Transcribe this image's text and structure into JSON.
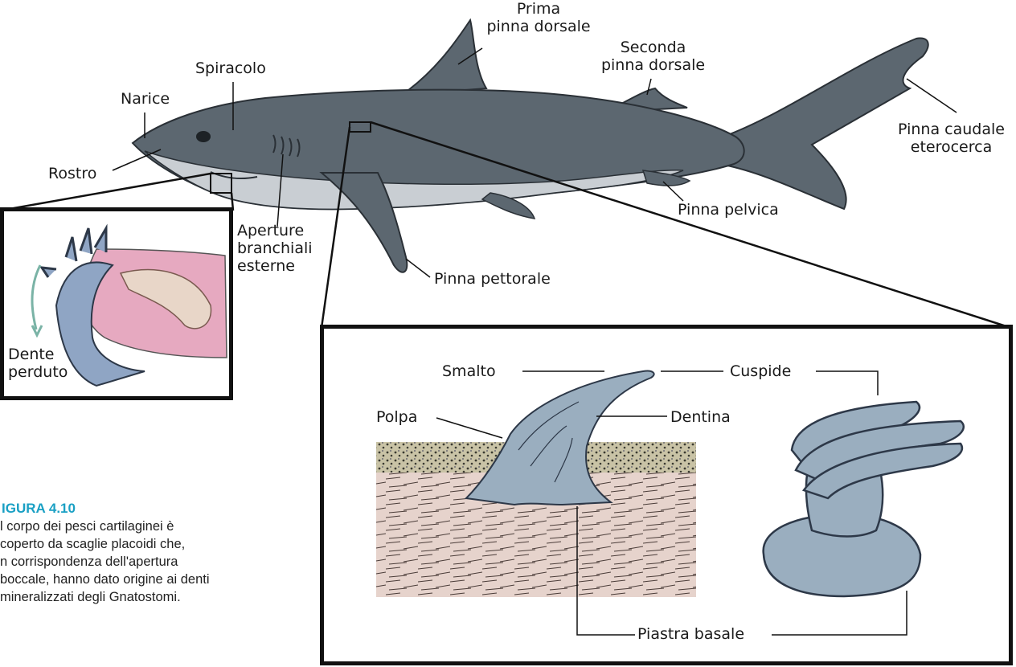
{
  "labels": {
    "prima_dorsale_1": "Prima",
    "prima_dorsale_2": "pinna dorsale",
    "seconda_dorsale_1": "Seconda",
    "seconda_dorsale_2": "pinna dorsale",
    "spiracolo": "Spiracolo",
    "narice": "Narice",
    "rostro": "Rostro",
    "caudale_1": "Pinna caudale",
    "caudale_2": "eterocerca",
    "pelvica": "Pinna pelvica",
    "aperture_1": "Aperture",
    "aperture_2": "branchiali",
    "aperture_3": "esterne",
    "pettorale": "Pinna pettorale",
    "dente_1": "Dente",
    "dente_2": "perduto",
    "smalto": "Smalto",
    "cuspide": "Cuspide",
    "polpa": "Polpa",
    "dentina": "Dentina",
    "piastra": "Piastra basale"
  },
  "caption": {
    "title": "IGURA 4.10",
    "lines": [
      "l corpo dei pesci cartilaginei è",
      "coperto da scaglie placoidi che,",
      "n corrispondenza dell'apertura",
      "boccale, hanno dato origine ai denti",
      "mineralizzati degli Gnatostomi."
    ]
  },
  "colors": {
    "shark_body": "#5c6770",
    "shark_belly": "#c9ced3",
    "scale_fill": "#9aaebf",
    "gum_pink": "#e6a9c0",
    "skin_tan": "#e3cfc6",
    "caption_accent": "#1aa0c4"
  }
}
